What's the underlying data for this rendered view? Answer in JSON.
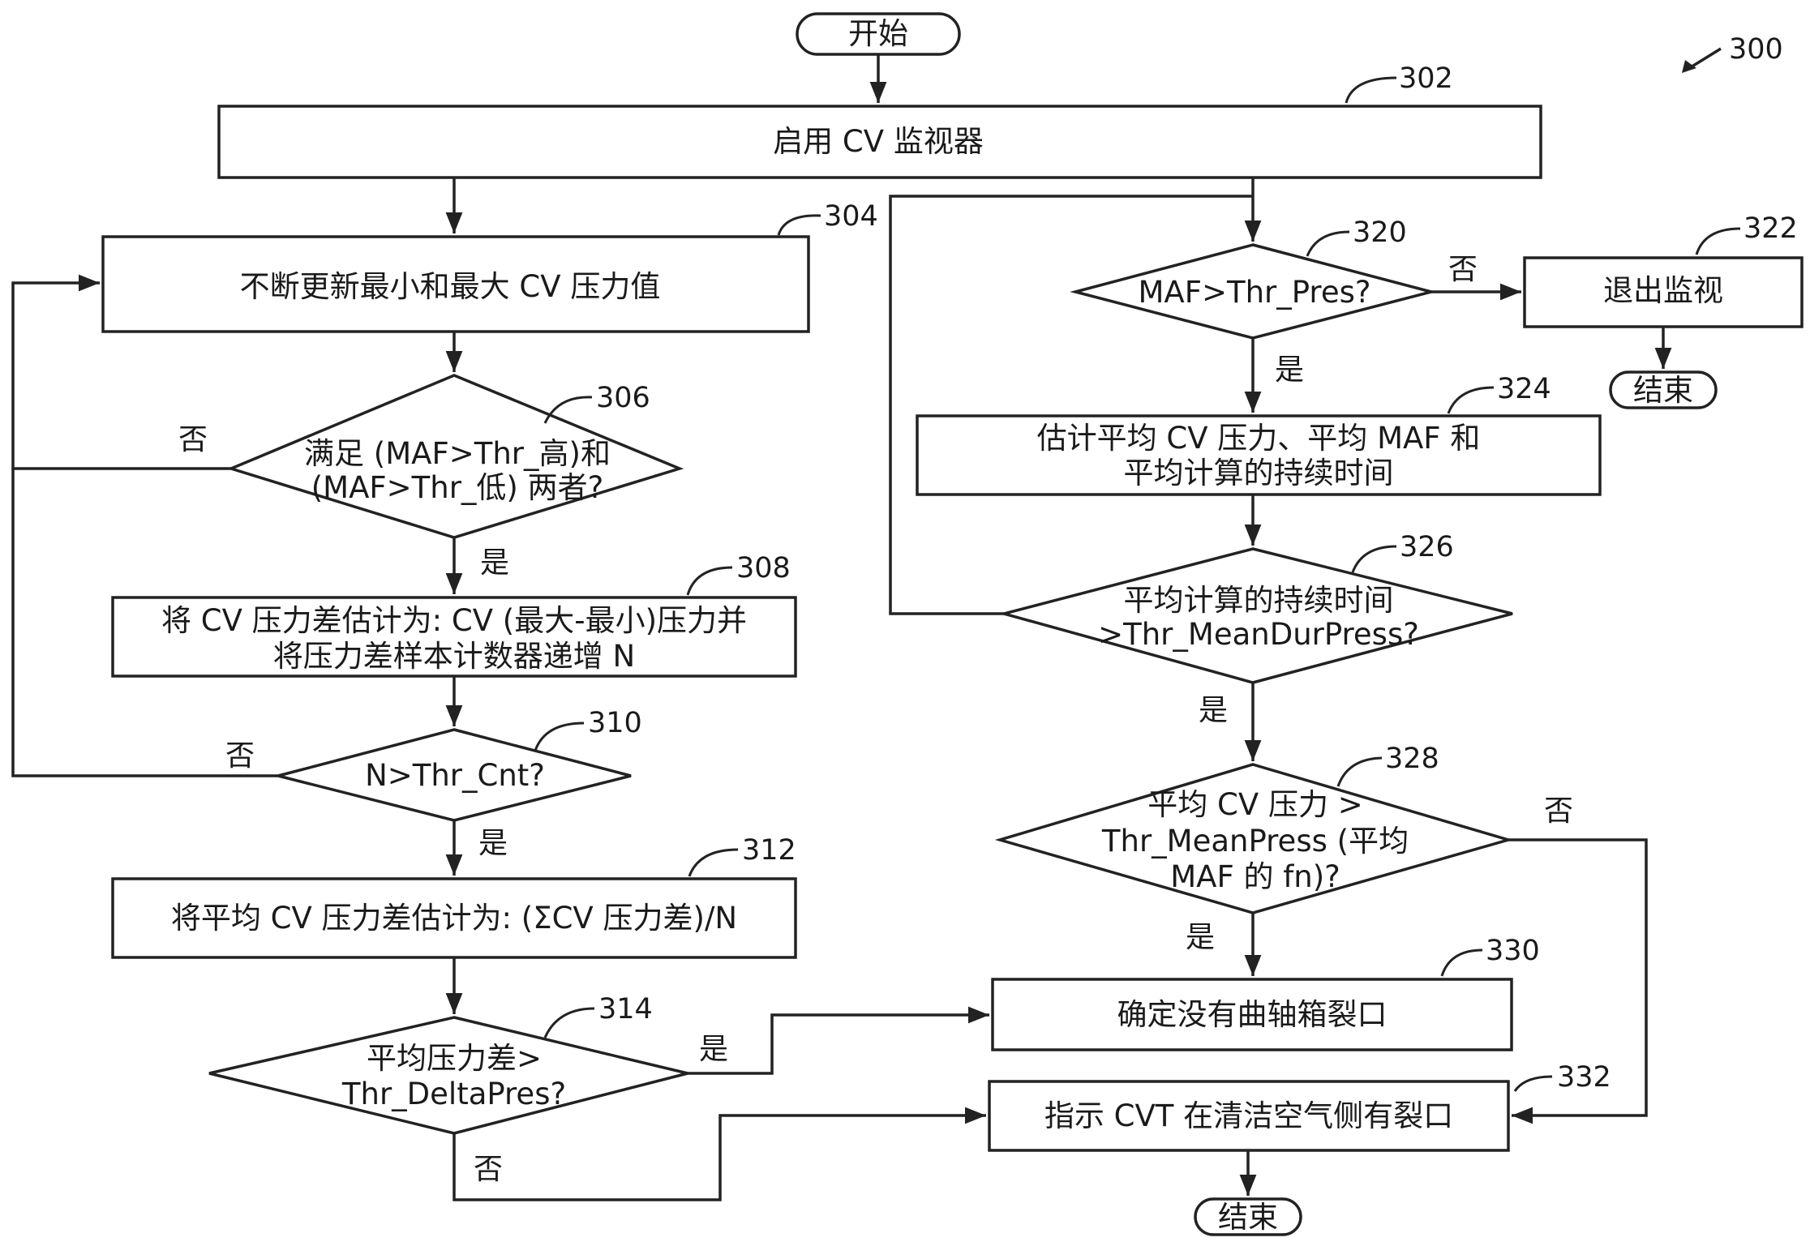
{
  "figure_number": "300",
  "nodes": {
    "start": "开始",
    "n302": {
      "ref": "302",
      "lines": [
        "启用 CV 监视器"
      ]
    },
    "n304": {
      "ref": "304",
      "lines": [
        "不断更新最小和最大 CV 压力值"
      ]
    },
    "n306": {
      "ref": "306",
      "lines": [
        "满足 (MAF>Thr_高)和",
        "(MAF>Thr_低) 两者?"
      ]
    },
    "n308": {
      "ref": "308",
      "lines": [
        "将 CV 压力差估计为: CV (最大-最小)压力并",
        "将压力差样本计数器递增 N"
      ]
    },
    "n310": {
      "ref": "310",
      "lines": [
        "N>Thr_Cnt?"
      ]
    },
    "n312": {
      "ref": "312",
      "lines": [
        "将平均 CV 压力差估计为: (ΣCV 压力差)/N"
      ]
    },
    "n314": {
      "ref": "314",
      "lines": [
        "平均压力差>",
        "Thr_DeltaPres?"
      ]
    },
    "n320": {
      "ref": "320",
      "lines": [
        "MAF>Thr_Pres?"
      ]
    },
    "n322": {
      "ref": "322",
      "lines": [
        "退出监视"
      ]
    },
    "end1": "结束",
    "n324": {
      "ref": "324",
      "lines": [
        "估计平均 CV 压力、平均 MAF 和",
        "平均计算的持续时间"
      ]
    },
    "n326": {
      "ref": "326",
      "lines": [
        "平均计算的持续时间",
        ">Thr_MeanDurPress?"
      ]
    },
    "n328": {
      "ref": "328",
      "lines": [
        "平均 CV 压力 >",
        "Thr_MeanPress (平均",
        "MAF 的 fn)?"
      ]
    },
    "n330": {
      "ref": "330",
      "lines": [
        "确定没有曲轴箱裂口"
      ]
    },
    "n332": {
      "ref": "332",
      "lines": [
        "指示 CVT 在清洁空气侧有裂口"
      ]
    },
    "end2": "结束"
  },
  "edge_labels": {
    "no_306": "否",
    "yes_306": "是",
    "no_310": "否",
    "yes_310": "是",
    "yes_314": "是",
    "no_314": "否",
    "no_320": "否",
    "yes_320": "是",
    "yes_326": "是",
    "no_328": "否",
    "yes_328": "是"
  }
}
